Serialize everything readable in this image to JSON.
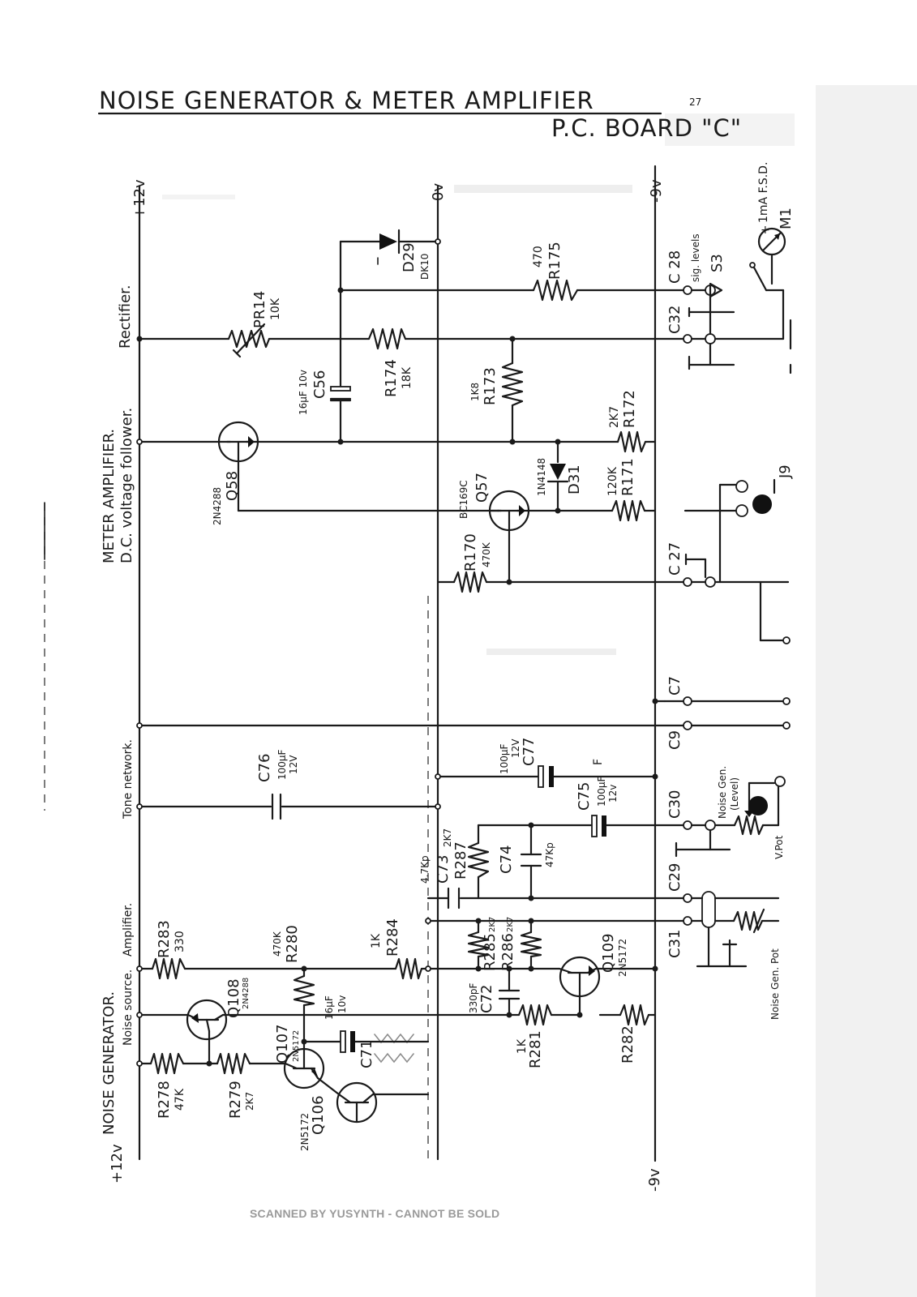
{
  "title": "NOISE GENERATOR & METER AMPLIFIER",
  "page_number": "27",
  "board": "P.C. BOARD \"C\"",
  "footer": "SCANNED BY YUSYNTH - CANNOT BE SOLD",
  "rails": {
    "top_plus12": "+12v",
    "top_0v": "0v",
    "top_minus9": "-9v",
    "bottom_plus12": "+12v",
    "bottom_minus9": "-9v"
  },
  "sections": {
    "rectifier": "Rectifier.",
    "meter_amp": "METER AMPLIFIER.",
    "dc_follower": "D.C. voltage follower.",
    "tone_network": "Tone network.",
    "amplifier": "Amplifier.",
    "noise_source": "Noise source.",
    "noise_gen": "NOISE GENERATOR."
  },
  "components": {
    "pr14": "PR14",
    "pr14_val": "10K",
    "d29": "D29",
    "d29_type": "DK10",
    "r175_val": "470",
    "r175": "R175",
    "c56": "C56",
    "c56_val": "16µF 10v",
    "r174": "R174",
    "r174_val": "18K",
    "r173_val": "1K8",
    "r173": "R173",
    "r172_val": "2K7",
    "r172": "R172",
    "q58": "Q58",
    "q58_type": "2N4288",
    "q57": "Q57",
    "q57_type": "BC169C",
    "d31": "D31",
    "d31_type": "1N4148",
    "r171_val": "120K",
    "r171": "R171",
    "r170": "R170",
    "r170_val": "470K",
    "c76": "C76",
    "c76_val": "100µF",
    "c76_v": "12V",
    "c77_val": "100µF",
    "c77_v": "12V",
    "c77": "C77",
    "c77_f": "F",
    "c75": "C75",
    "c75_val": "100µF",
    "c75_v": "12v",
    "r287_val": "2K7",
    "r287": "R287",
    "c74": "C74",
    "c74_val": "47Kp",
    "c73": "C73",
    "c73_val": "4.7Kp",
    "r285": "R285",
    "r285_val": "2K7",
    "r286": "R286",
    "r286_val": "2K7",
    "q109": "Q109",
    "q109_type": "2N5172",
    "r283": "R283",
    "r283_val": "330",
    "r280_val": "470K",
    "r280": "R280",
    "r284_val": "1K",
    "r284": "R284",
    "q108": "Q108",
    "q108_type": "2N4288",
    "c71_val": "16µF",
    "c71_v": "10v",
    "c71": "C71",
    "q107": "Q107",
    "q107_type": "2N5172",
    "q106": "Q106",
    "q106_type": "2N5172",
    "r278": "R278",
    "r278_val": "47K",
    "r279": "R279",
    "r279_val": "2K7",
    "c72_val": "330pF",
    "c72": "C72",
    "r281_val": "1K",
    "r281": "R281",
    "r282": "R282"
  },
  "connectors": {
    "c28": "C 28",
    "c32": "C32",
    "c27": "C 27",
    "c7": "C7",
    "c9": "C9",
    "c30": "C30",
    "c29": "C29",
    "c31": "C31"
  },
  "panel": {
    "s3_label": "sig. levels",
    "s3": "S3",
    "meter_fsd": "1mA F.S.D.",
    "meter": "M1",
    "meter_plus": "+",
    "j9": "J9",
    "noise_level_1": "Noise Gen.",
    "noise_level_2": "(Level)",
    "vpot": "V.Pot",
    "noise_pot": "Noise Gen. Pot"
  }
}
